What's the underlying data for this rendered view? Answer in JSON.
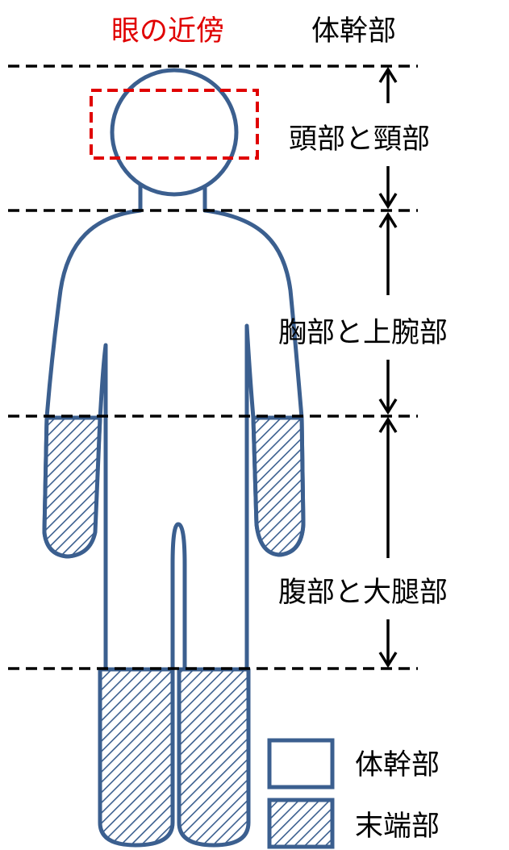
{
  "header": {
    "eye_label": "眼の近傍",
    "trunk_label": "体幹部"
  },
  "regions": [
    {
      "id": "head",
      "label": "頭部と頸部"
    },
    {
      "id": "chest",
      "label": "胸部と上腕部"
    },
    {
      "id": "abdomen",
      "label": "腹部と大腿部"
    }
  ],
  "legend": {
    "items": [
      {
        "label": "体幹部",
        "fill": "plain"
      },
      {
        "label": "末端部",
        "fill": "hatched"
      }
    ]
  },
  "colors": {
    "outline": "#3b5f8f",
    "hatch": "#3b5f8f",
    "eye_box": "#e00000",
    "eye_text": "#e00000",
    "text": "#000000",
    "divider": "#000000"
  }
}
